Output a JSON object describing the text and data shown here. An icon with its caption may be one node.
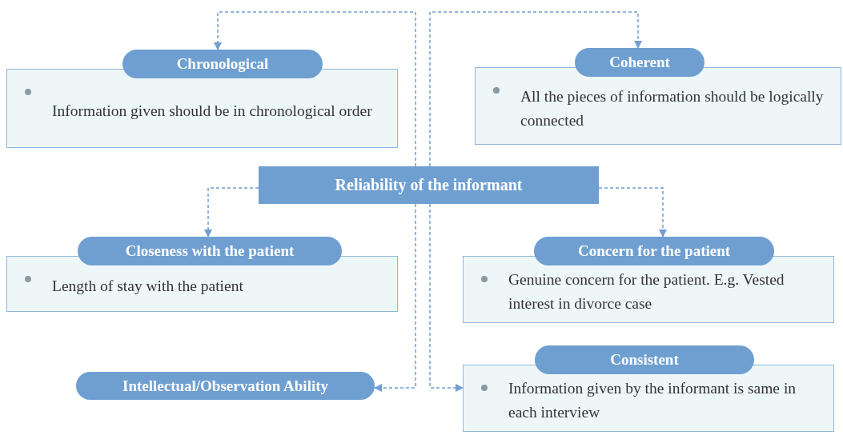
{
  "diagram": {
    "nodes": [
      {
        "text": [
          "Chronological",
          "Information given should be in chronological order"
        ]
      },
      {
        "text": [
          "Coherent",
          "All the pieces of information should be logically connected"
        ]
      },
      {
        "text": [
          "Reliability of the informant"
        ]
      },
      {
        "text": [
          "Closeness with the patient",
          "Length of stay with the patient"
        ]
      },
      {
        "text": [
          "Concern for the patient",
          "Genuine concern for the patient. E.g. Vested interest in divorce case"
        ]
      },
      {
        "text": [
          "Intellectual/Observation Ability"
        ]
      },
      {
        "text": [
          "Consistent",
          "Information given by the informant is same in each interview"
        ]
      }
    ],
    "edges": [
      {
        "from": 2,
        "to": 0,
        "arrow": "to",
        "style": "dashed"
      },
      {
        "from": 2,
        "to": 1,
        "arrow": "to",
        "style": "dashed"
      },
      {
        "from": 2,
        "to": 3,
        "arrow": "to",
        "style": "dashed"
      },
      {
        "from": 2,
        "to": 4,
        "arrow": "to",
        "style": "dashed"
      },
      {
        "from": 2,
        "to": 5,
        "arrow": "to",
        "style": "dashed"
      },
      {
        "from": 2,
        "to": 6,
        "arrow": "to",
        "style": "dashed"
      }
    ]
  }
}
